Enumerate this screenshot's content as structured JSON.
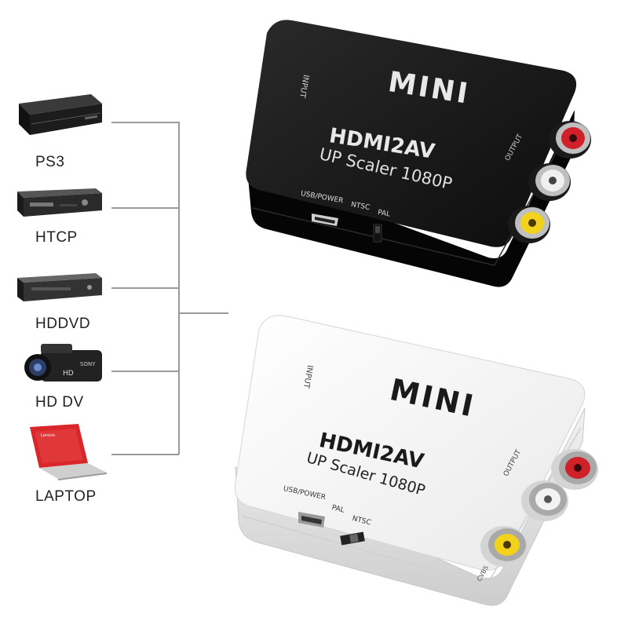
{
  "sources": [
    {
      "label": "PS3",
      "icon": "ps3-console-icon"
    },
    {
      "label": "HTCP",
      "icon": "htpc-receiver-icon"
    },
    {
      "label": "HDDVD",
      "icon": "hddvd-player-icon"
    },
    {
      "label": "HD DV",
      "icon": "hd-camcorder-icon"
    },
    {
      "label": "LAPTOP",
      "icon": "laptop-icon"
    }
  ],
  "black_unit": {
    "brand": "MINI",
    "model": "HDMI2AV",
    "subtitle": "UP Scaler 1080P",
    "input_label": "INPUT",
    "output_label": "OUTPUT",
    "usb_label": "USB/POWER",
    "ntsc_label": "NTSC",
    "pal_label": "PAL"
  },
  "white_unit": {
    "brand": "MINI",
    "model": "HDMI2AV",
    "subtitle": "UP Scaler 1080P",
    "input_label": "INPUT",
    "output_label": "OUTPUT",
    "usb_label": "USB/POWER",
    "pal_label": "PAL",
    "ntsc_label": "NTSC",
    "cvbs_label": "CVBS"
  },
  "colors": {
    "rca_red": "#d0202a",
    "rca_white": "#f0f0f0",
    "rca_yellow": "#f2d21a",
    "connector_line": "#9a9a9a"
  }
}
